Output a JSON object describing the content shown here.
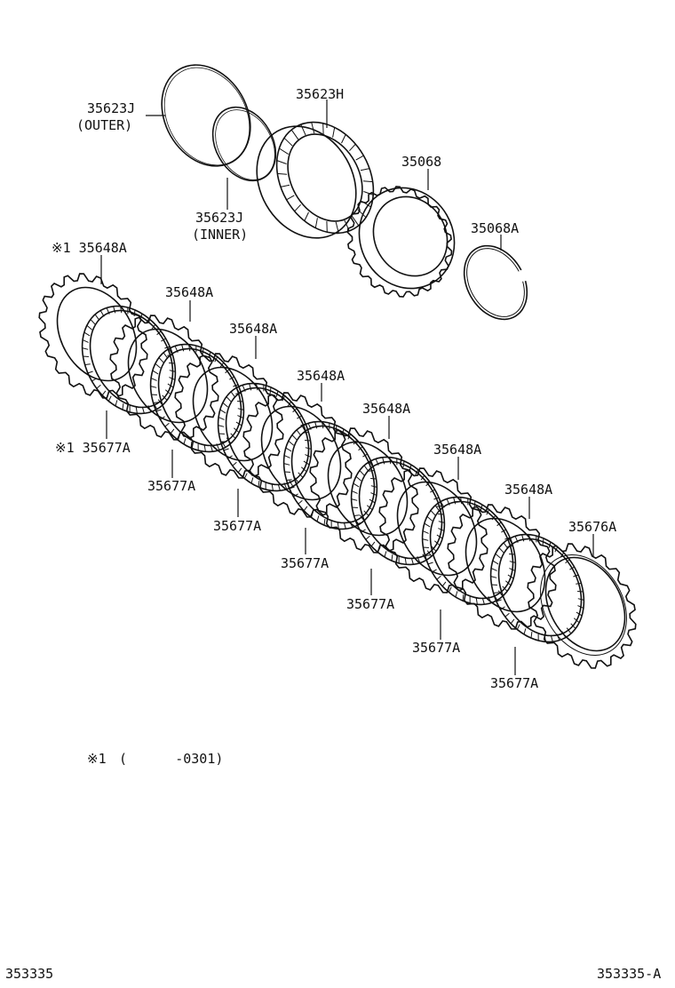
{
  "colors": {
    "line": "#111111",
    "background": "#ffffff"
  },
  "labels": {
    "outer_ring_part": "35623J",
    "outer_ring_note": "(OUTER)",
    "inner_ring_part": "35623J",
    "inner_ring_note": "(INNER)",
    "bearing_race": "35623H",
    "one_way_clutch": "35068",
    "snap_ring": "35068A",
    "disc_first": "※1 35648A",
    "disc": "35648A",
    "plate_first": "※1 35677A",
    "plate": "35677A",
    "flange": "35676A"
  },
  "footnote": {
    "marker": "※1",
    "text": "(      -0301)"
  },
  "footer": {
    "left_code": "353335",
    "right_code": "353335-A"
  }
}
